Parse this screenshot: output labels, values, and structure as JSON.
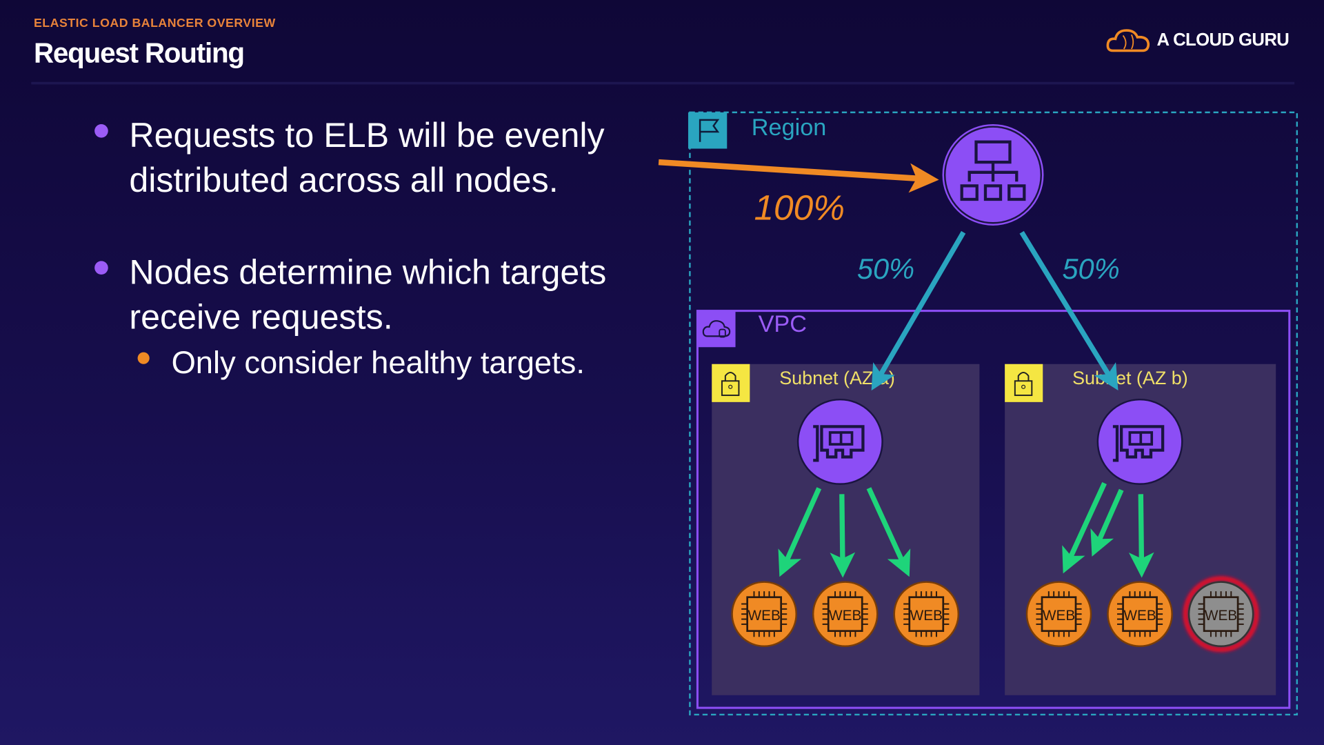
{
  "header": {
    "kicker": "ELASTIC LOAD BALANCER OVERVIEW",
    "title": "Request Routing",
    "brand": "A CLOUD GURU"
  },
  "bullets": [
    {
      "text": "Requests to ELB will be evenly distributed across all nodes."
    },
    {
      "text": "Nodes determine which targets receive requests.",
      "sub": [
        "Only consider healthy targets."
      ]
    }
  ],
  "diagram": {
    "region_label": "Region",
    "vpc_label": "VPC",
    "incoming_pct": "100%",
    "split_left_pct": "50%",
    "split_right_pct": "50%",
    "subnets": [
      {
        "label": "Subnet (AZ a)"
      },
      {
        "label": "Subnet (AZ b)"
      }
    ],
    "web_label": "WEB",
    "targets": [
      {
        "subnet": "a",
        "label": "WEB",
        "healthy": true
      },
      {
        "subnet": "a",
        "label": "WEB",
        "healthy": true
      },
      {
        "subnet": "a",
        "label": "WEB",
        "healthy": true
      },
      {
        "subnet": "b",
        "label": "WEB",
        "healthy": true
      },
      {
        "subnet": "b",
        "label": "WEB",
        "healthy": true
      },
      {
        "subnet": "b",
        "label": "WEB",
        "healthy": false
      }
    ]
  },
  "colors": {
    "accent_orange": "#f08a24",
    "elb_purple": "#8c4ef5",
    "region_teal": "#2aa5c0",
    "subnet_yellow": "#f0e068",
    "route_green": "#1ed47a",
    "unhealthy_red": "#e0102a"
  }
}
